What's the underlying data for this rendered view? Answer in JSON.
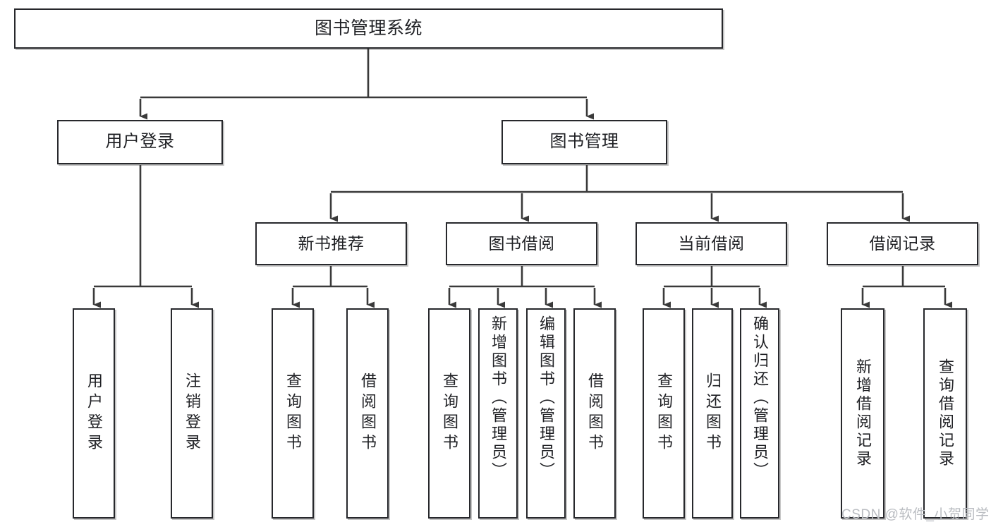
{
  "diagram": {
    "title": "图书管理系统",
    "type": "tree-hierarchy",
    "watermark": "CSDN @软件_小贺同学",
    "colors": {
      "node_border": "#27282c",
      "node_fill": "#ffffff",
      "connector": "#3a3a3a",
      "text": "#1f2024",
      "watermark": "#b9bcc1",
      "background": "#ffffff"
    },
    "levels": {
      "root": {
        "label": "图书管理系统"
      },
      "level2": [
        {
          "id": "user-login",
          "label": "用户登录"
        },
        {
          "id": "book-manage",
          "label": "图书管理"
        }
      ],
      "level3": [
        {
          "id": "new-book-recommend",
          "label": "新书推荐",
          "parent": "book-manage"
        },
        {
          "id": "book-borrow",
          "label": "图书借阅",
          "parent": "book-manage"
        },
        {
          "id": "current-borrow",
          "label": "当前借阅",
          "parent": "book-manage"
        },
        {
          "id": "borrow-record",
          "label": "借阅记录",
          "parent": "book-manage"
        }
      ],
      "leaves": [
        {
          "id": "leaf-user-login",
          "label": "用户登录",
          "parent": "user-login"
        },
        {
          "id": "leaf-logout-login",
          "label": "注销登录",
          "parent": "user-login"
        },
        {
          "id": "leaf-query-book-1",
          "label": "查询图书",
          "parent": "new-book-recommend"
        },
        {
          "id": "leaf-borrow-book-1",
          "label": "借阅图书",
          "parent": "new-book-recommend"
        },
        {
          "id": "leaf-query-book-2",
          "label": "查询图书",
          "parent": "book-borrow"
        },
        {
          "id": "leaf-add-book",
          "label": "新增图书（管理员）",
          "parent": "book-borrow"
        },
        {
          "id": "leaf-edit-book",
          "label": "编辑图书（管理员）",
          "parent": "book-borrow"
        },
        {
          "id": "leaf-borrow-book-2",
          "label": "借阅图书",
          "parent": "book-borrow"
        },
        {
          "id": "leaf-query-book-3",
          "label": "查询图书",
          "parent": "current-borrow"
        },
        {
          "id": "leaf-return-book",
          "label": "归还图书",
          "parent": "current-borrow"
        },
        {
          "id": "leaf-confirm-return",
          "label": "确认归还（管理员）",
          "parent": "current-borrow"
        },
        {
          "id": "leaf-add-record",
          "label": "新增借阅记录",
          "parent": "borrow-record"
        },
        {
          "id": "leaf-query-record",
          "label": "查询借阅记录",
          "parent": "borrow-record"
        }
      ]
    }
  }
}
